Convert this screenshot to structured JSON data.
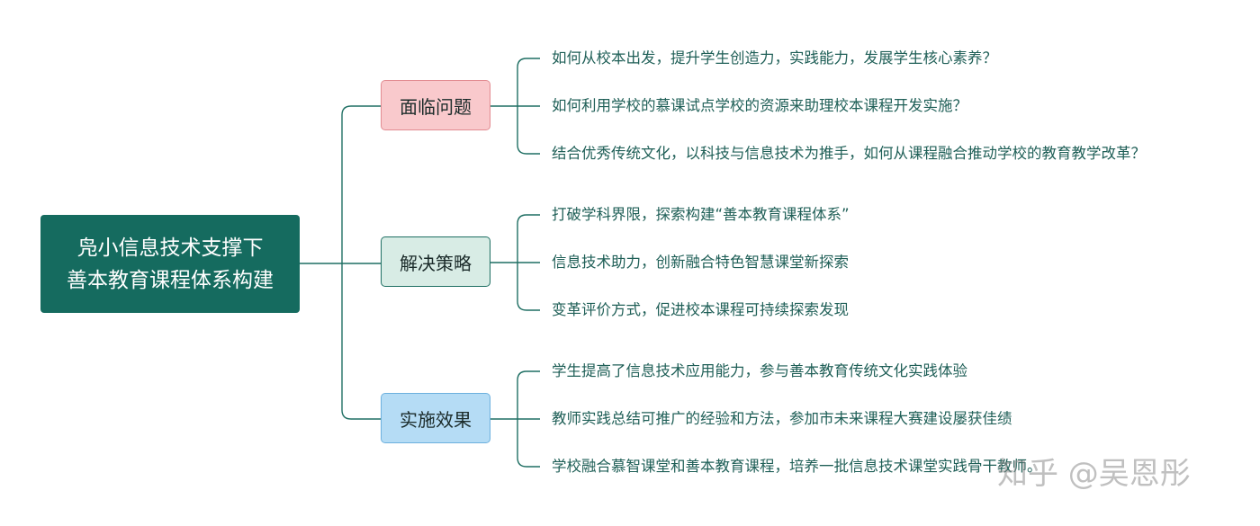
{
  "root": {
    "line1": "凫小信息技术支撑下",
    "line2": "善本教育课程体系构建"
  },
  "branches": [
    {
      "label": "面临问题",
      "items": [
        "如何从校本出发，提升学生创造力，实践能力，发展学生核心素养？",
        "如何利用学校的慕课试点学校的资源来助理校本课程开发实施？",
        "结合优秀传统文化，以科技与信息技术为推手，如何从课程融合推动学校的教育教学改革？"
      ]
    },
    {
      "label": "解决策略",
      "items": [
        "打破学科界限，探索构建“善本教育课程体系”",
        "信息技术助力，创新融合特色智慧课堂新探索",
        "变革评价方式，促进校本课程可持续探索发现"
      ]
    },
    {
      "label": "实施效果",
      "items": [
        "学生提高了信息技术应用能力，参与善本教育传统文化实践体验",
        "教师实践总结可推广的经验和方法，参加市未来课程大赛建设屡获佳绩",
        "学校融合慕智课堂和善本教育课程，培养一批信息技术课堂实践骨干教师。"
      ]
    }
  ],
  "watermark": "知乎 @吴恩彤",
  "colors": {
    "root_fill": "#156b5f",
    "connector": "#1f6f63",
    "problem_fill": "#f9c9cc",
    "strategy_fill": "#d8ece5",
    "effect_fill": "#b5dcf5",
    "leaf_text": "#1f5f57"
  }
}
